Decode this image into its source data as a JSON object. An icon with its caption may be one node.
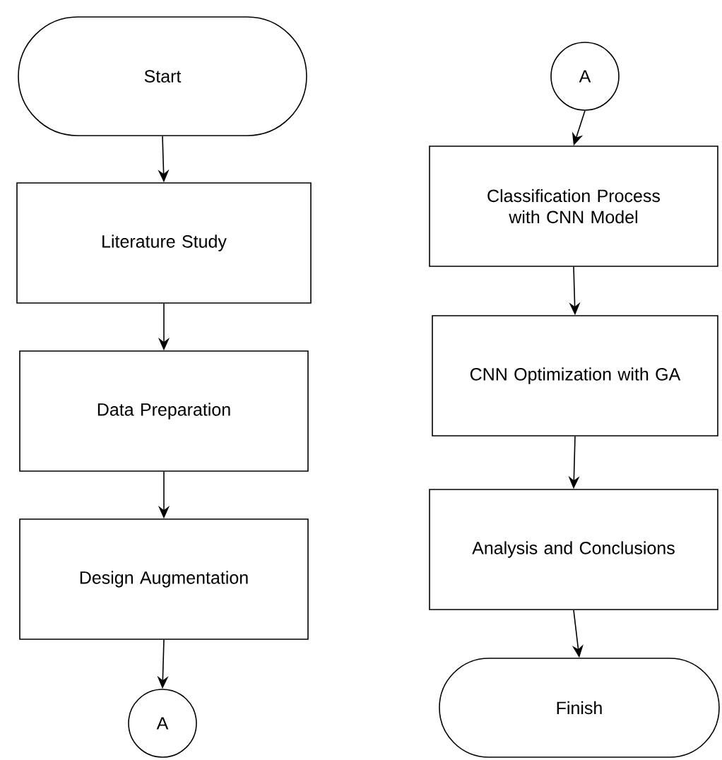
{
  "diagram": {
    "nodes": [
      {
        "text": [
          "Start"
        ]
      },
      {
        "text": [
          "Literature Study"
        ]
      },
      {
        "text": [
          "Data Preparation"
        ]
      },
      {
        "text": [
          "Design Augmentation"
        ]
      },
      {
        "text": [
          "A"
        ]
      },
      {
        "text": [
          "A"
        ]
      },
      {
        "text": [
          "Classification Process with CNN Model"
        ]
      },
      {
        "text": [
          "CNN Optimization with GA"
        ]
      },
      {
        "text": [
          "Analysis and Conclusions"
        ]
      },
      {
        "text": [
          "Finish"
        ]
      }
    ],
    "edges": [
      {
        "from": 0,
        "to": 1,
        "arrow": "to"
      },
      {
        "from": 1,
        "to": 2,
        "arrow": "to"
      },
      {
        "from": 2,
        "to": 3,
        "arrow": "to"
      },
      {
        "from": 3,
        "to": 4,
        "arrow": "to"
      },
      {
        "from": 5,
        "to": 6,
        "arrow": "to"
      },
      {
        "from": 6,
        "to": 7,
        "arrow": "to"
      },
      {
        "from": 7,
        "to": 8,
        "arrow": "to"
      },
      {
        "from": 8,
        "to": 9,
        "arrow": "to"
      }
    ]
  }
}
